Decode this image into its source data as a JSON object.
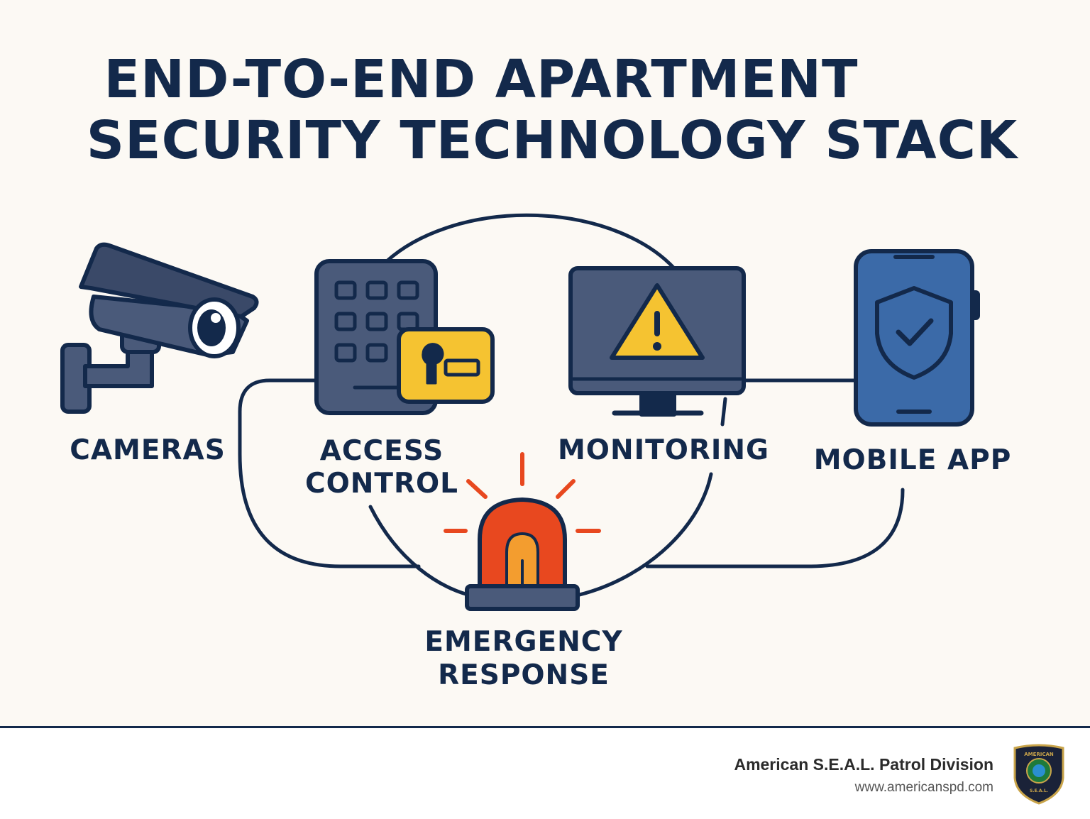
{
  "title": {
    "line1": "END-TO-END APARTMENT",
    "line2": "SECURITY TECHNOLOGY STACK"
  },
  "components": {
    "cameras": {
      "label": "CAMERAS",
      "icon": "security-camera-icon"
    },
    "access_control": {
      "label_line1": "ACCESS",
      "label_line2": "CONTROL",
      "icon": "keypad-keycard-icon"
    },
    "monitoring": {
      "label": "MONITORING",
      "icon": "monitor-warning-icon"
    },
    "mobile_app": {
      "label": "MOBILE APP",
      "icon": "phone-shield-icon"
    },
    "emergency_response": {
      "label_line1": "EMERGENCY",
      "label_line2": "RESPONSE",
      "icon": "siren-icon"
    }
  },
  "footer": {
    "brand": "American S.E.A.L. Patrol Division",
    "url": "www.americanspd.com",
    "logo_icon": "seal-badge-icon",
    "logo_text_top": "AMERICAN",
    "logo_text_bottom": "S.E.A.L."
  },
  "colors": {
    "navy": "#13294b",
    "background": "#fcf9f4",
    "slate": "#4a5a7a",
    "blue": "#3b6aa8",
    "yellow": "#f5c331",
    "red": "#e8481f",
    "orange": "#f39d2f"
  }
}
